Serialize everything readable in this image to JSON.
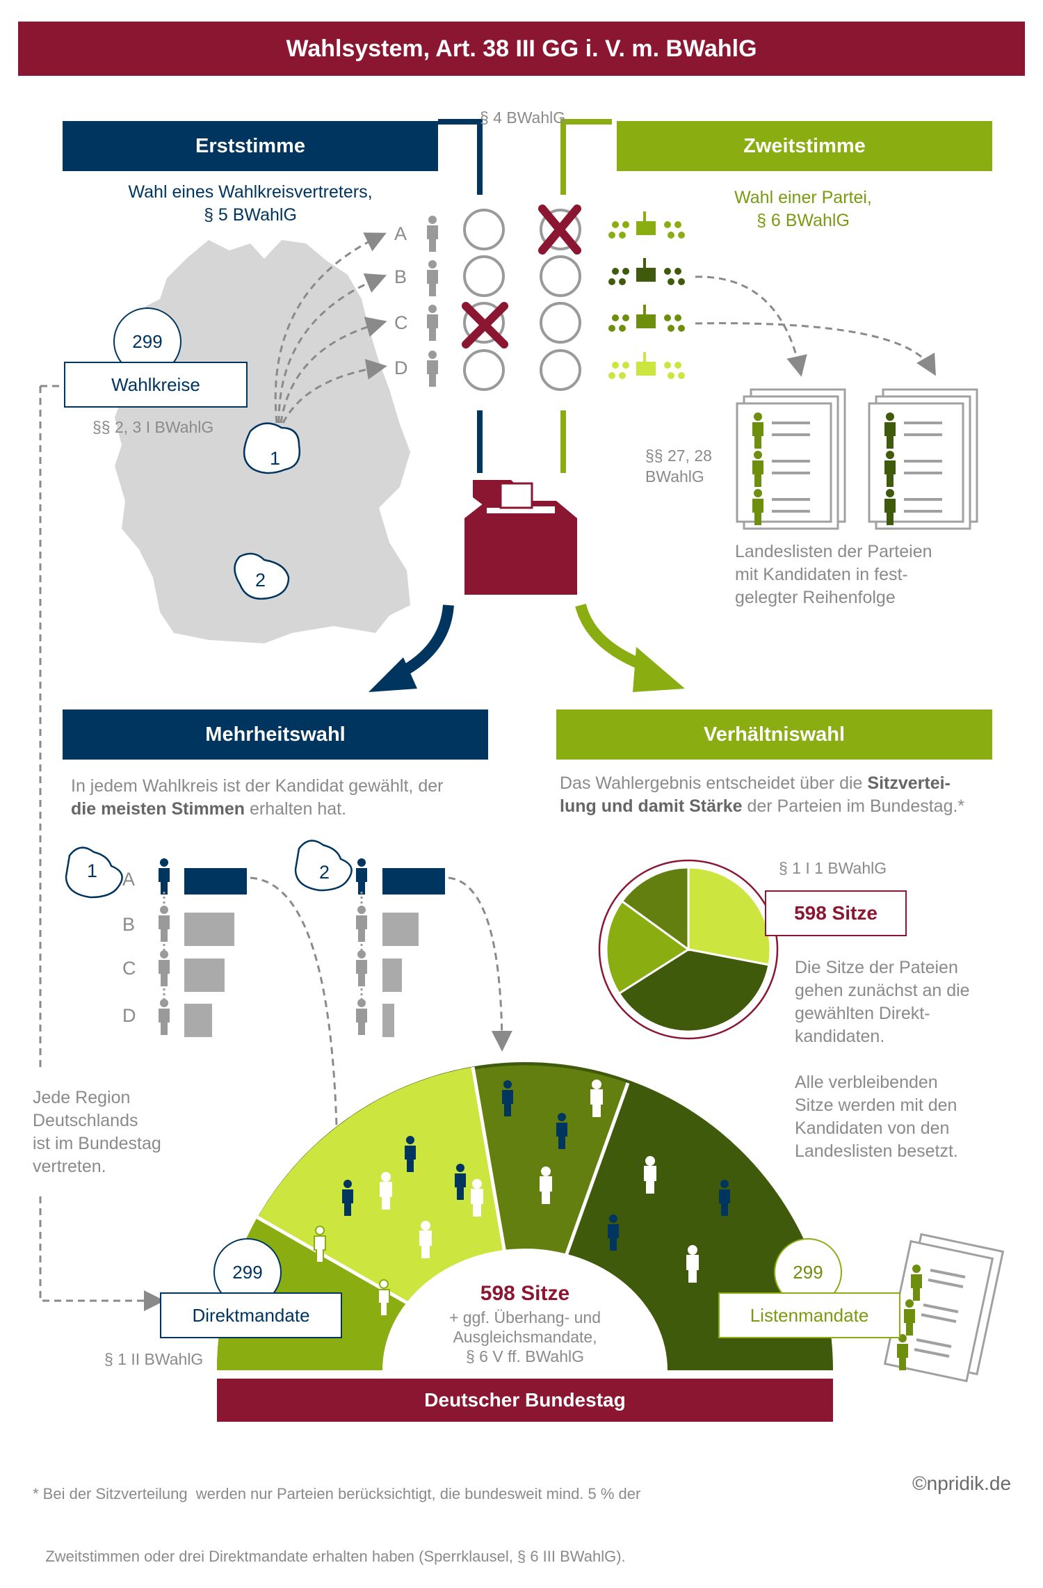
{
  "title": "Wahlsystem, Art. 38 III GG i. V. m. BWahlG",
  "ref_top": "§ 4 BWahlG",
  "erststimme": {
    "heading": "Erststimme",
    "desc_line1": "Wahl eines Wahlkreisvertreters,",
    "desc_line2": "§ 5 BWahlG"
  },
  "zweitstimme": {
    "heading": "Zweitstimme",
    "desc_line1": "Wahl einer Partei,",
    "desc_line2": "§ 6 BWahlG"
  },
  "ballot_rows": [
    "A",
    "B",
    "C",
    "D"
  ],
  "wahlkreise": {
    "count": "299",
    "label": "Wahlkreise",
    "ref": "§§ 2, 3 I BWahlG"
  },
  "regions": {
    "r1": "1",
    "r2": "2"
  },
  "landeslisten": {
    "ref_line1": "§§ 27, 28",
    "ref_line2": "BWahlG",
    "line1": "Landeslisten der Parteien",
    "line2": "mit Kandidaten in fest-",
    "line3": "gelegter Reihenfolge"
  },
  "mehrheitswahl": {
    "heading": "Mehrheitswahl",
    "line1": "In jedem Wahlkreis ist der Kandidat gewählt, der",
    "line2_bold": "die meisten Stimmen",
    "line2_rest": " erhalten hat."
  },
  "verhaeltniswahl": {
    "heading": "Verhältniswahl",
    "line1_plain": "Das Wahlergebnis entscheidet über die ",
    "line1_bold": "Sitzvertei-",
    "line2_bold": "lung und damit Stärke",
    "line2_rest": " der Parteien im Bundestag.*"
  },
  "seats_pie": {
    "ref": "§ 1 I 1 BWahlG",
    "label": "598 Sitze",
    "slices": [
      28,
      38,
      19,
      15
    ],
    "colors": [
      "#cde63f",
      "#3f5a0b",
      "#8aad12",
      "#627f0f"
    ]
  },
  "pie_text": {
    "p1_l1": "Die Sitze der Pateien",
    "p1_l2": "gehen zunächst an die",
    "p1_l3": "gewählten Direkt-",
    "p1_l4": "kandidaten.",
    "p2_l1": "Alle verbleibenden",
    "p2_l2": "Sitze werden mit den",
    "p2_l3": "Kandidaten von den",
    "p2_l4": "Landeslisten besetzt."
  },
  "region_text": {
    "l1": "Jede Region",
    "l2": "Deutschlands",
    "l3": "ist im Bundestag",
    "l4": "vertreten."
  },
  "bundestag": {
    "heading": "Deutscher Bundestag",
    "seats": "598 Sitze",
    "note_l1": "+ ggf. Überhang- und",
    "note_l2": "Ausgleichsmandate,",
    "note_l3": "§ 6 V ff. BWahlG",
    "direkt_count": "299",
    "direkt_label": "Direktmandate",
    "direkt_ref": "§ 1 II BWahlG",
    "liste_count": "299",
    "liste_label": "Listenmandate"
  },
  "footnote": {
    "l1": "* Bei der Sitzverteilung  werden nur Parteien berücksichtigt, die bundesweit mind. 5 % der",
    "l2": "   Zweitstimmen oder drei Direktmandate erhalten haben (Sperrklausel, § 6 III BWahlG)."
  },
  "copyright": "©npridik.de",
  "colors": {
    "maroon": "#8a1632",
    "navy": "#003560",
    "green": "#8aad12",
    "lightgreen": "#cde63f",
    "darkgreen": "#3f5a0b",
    "gray": "#c8c8c8"
  }
}
